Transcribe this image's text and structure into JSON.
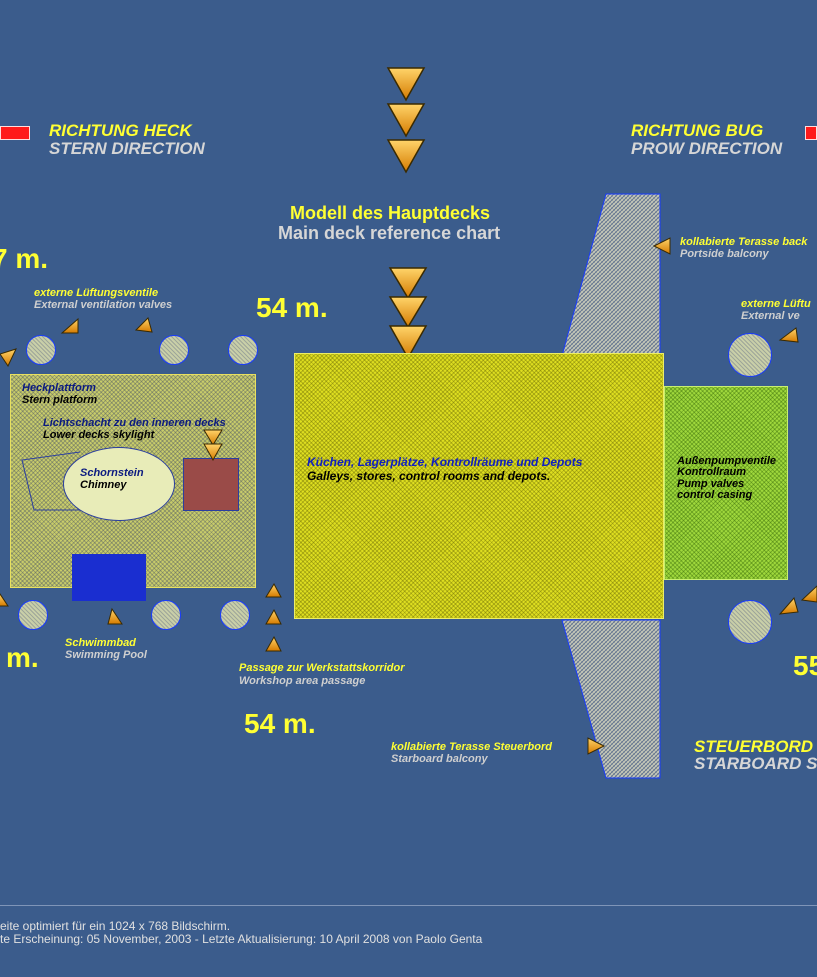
{
  "directions": {
    "stern_de": "RICHTUNG HECK",
    "stern_en": "STERN DIRECTION",
    "prow_de": "RICHTUNG BUG",
    "prow_en": "PROW DIRECTION",
    "starboard_de": "STEUERBORD",
    "starboard_en": "STARBOARD S"
  },
  "title": {
    "de": "Modell des Hauptdecks",
    "en": "Main deck reference chart"
  },
  "measurements": {
    "left_top": "7 m.",
    "left_bottom": "m.",
    "center_top": "54 m.",
    "center_bottom": "54 m.",
    "right_bottom": "55"
  },
  "labels": {
    "vent_left_de": "externe Lüftungsventile",
    "vent_left_en": "External ventilation valves",
    "vent_right_de": "externe Lüftu",
    "vent_right_en": "External ve",
    "balcony_port_de": "kollabierte Terasse back",
    "balcony_port_en": "Portside balcony",
    "balcony_star_de": "kollabierte Terasse Steuerbord",
    "balcony_star_en": "Starboard balcony",
    "pool_de": "Schwimmbad",
    "pool_en": "Swimming Pool",
    "passage_de": "Passage zur Werkstattskorridor",
    "passage_en": "Workshop area passage"
  },
  "stern_box": {
    "platform_de": "Heckplattform",
    "platform_en": "Stern platform",
    "skylight_de": "Lichtschacht zu den inneren decks",
    "skylight_en": "Lower decks skylight",
    "chimney_de": "Schornstein",
    "chimney_en": "Chimney"
  },
  "center_box": {
    "de": "Küchen, Lagerplätze, Kontrollräume und Depots",
    "en": "Galleys, stores, control rooms and depots."
  },
  "right_box": {
    "line1": "Außenpumpventile",
    "line2": "Kontrollraum",
    "line3": "Pump valves",
    "line4": "control casing"
  },
  "footer": {
    "line1": "eite optimiert für ein 1024 x 768 Bildschirm.",
    "line2": "te Erscheinung: 05 November, 2003 - Letzte Aktualisierung: 10 April 2008 von Paolo Genta"
  },
  "colors": {
    "background": "#3b5c8c",
    "accent_yellow": "#ffff33",
    "arrow_orange": "#f0a020",
    "marker_red": "#ff1a1a"
  }
}
